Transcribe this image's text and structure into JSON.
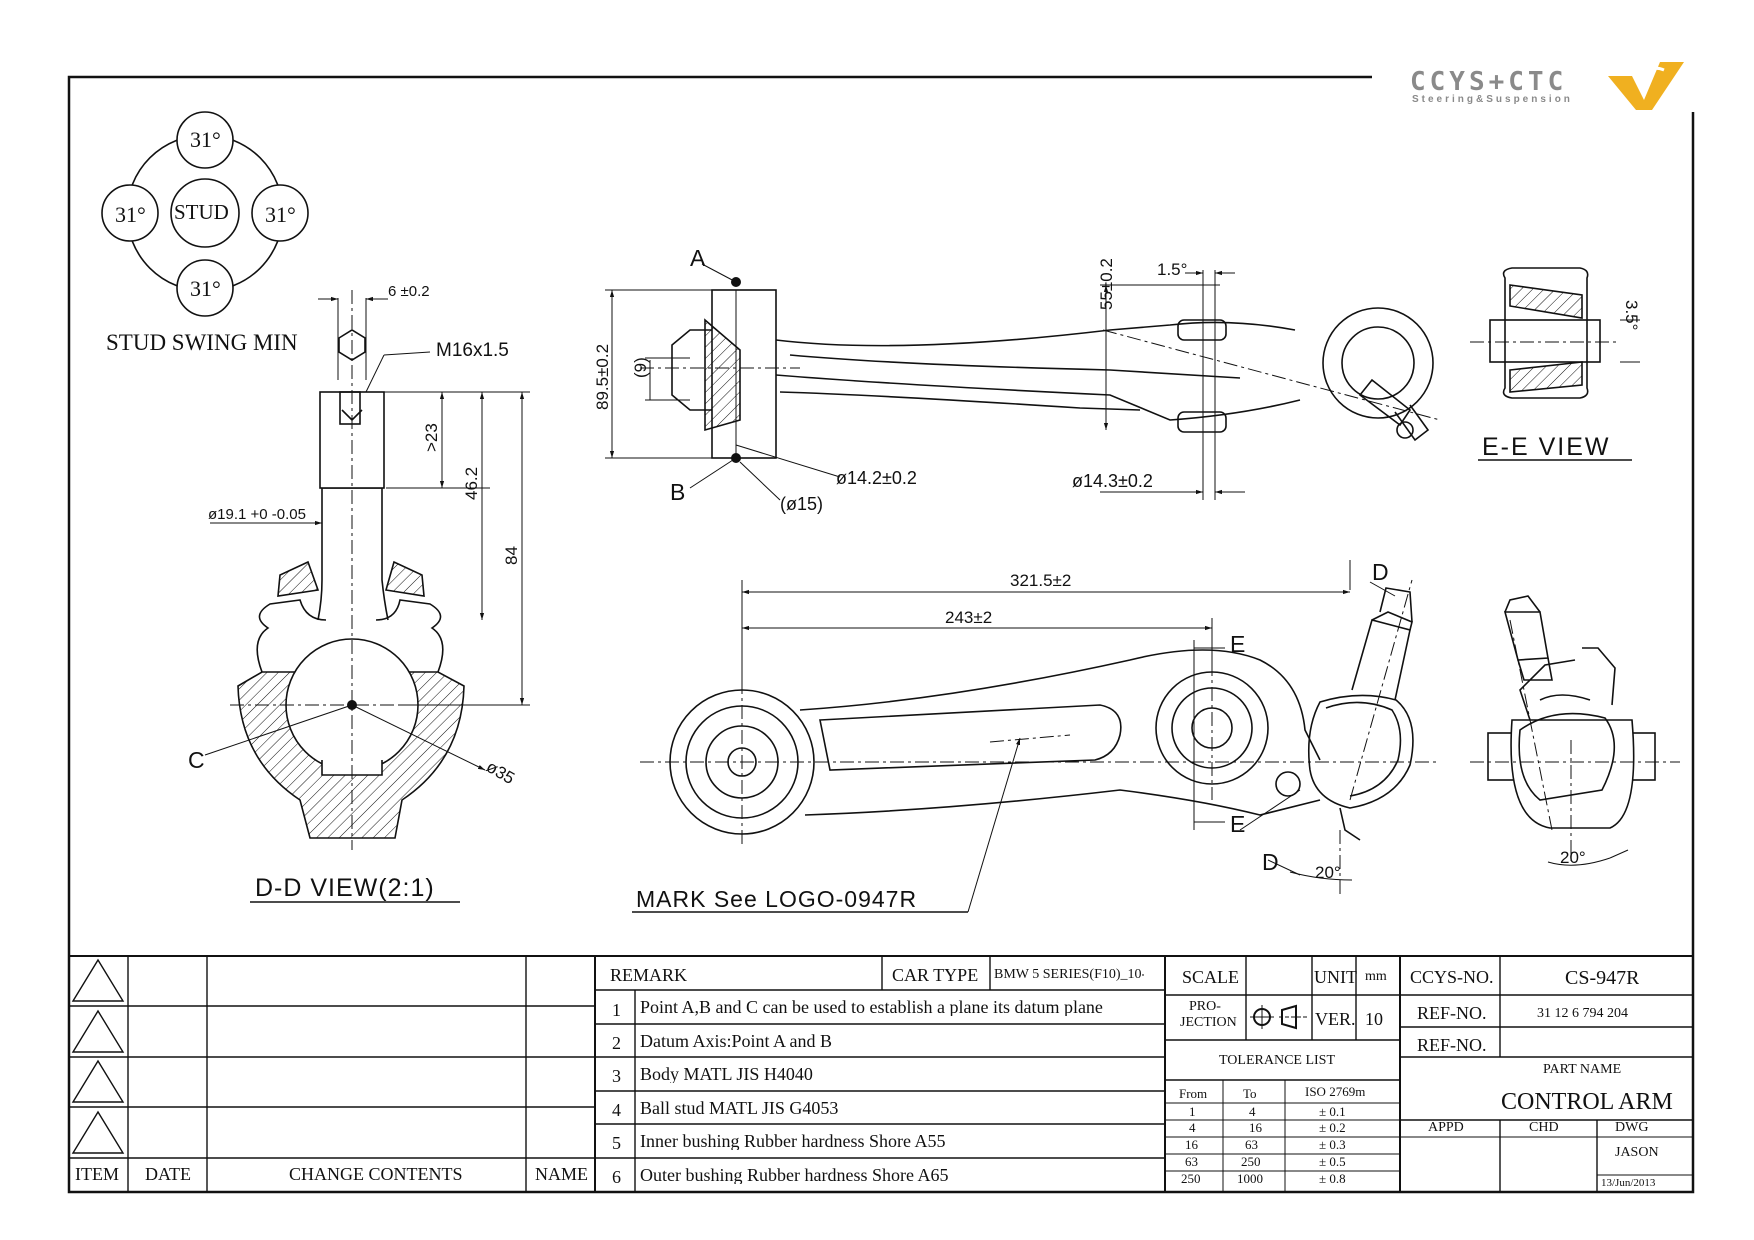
{
  "logo": {
    "brand": "CCYS+CTC",
    "tagline": "Steering&Suspension"
  },
  "views": {
    "swing": {
      "label": "STUD SWING MIN",
      "center": "STUD",
      "angles": [
        "31°",
        "31°",
        "31°",
        "31°"
      ]
    },
    "dd": {
      "title": "D-D VIEW(2:1)",
      "dims": {
        "tip": "6 ±0.2",
        "thread": "M16x1.5",
        "shank": "ø19.1 +0 -0.05",
        "d1": ">23",
        "d2": "46.2",
        "d3": "84",
        "ball": "ø35",
        "pointC": "C"
      }
    },
    "top": {
      "dims": {
        "height": "89.5±0.2",
        "bolt": "(9)",
        "pointA": "A",
        "pointB": "B",
        "hole": "ø14.2±0.2",
        "hole2": "(ø15)",
        "rib": "55±0.2",
        "angle": "1.5°",
        "shaft": "ø14.3±0.2"
      }
    },
    "ee": {
      "title": "E-E VIEW",
      "angle": "3.5°"
    },
    "front": {
      "dims": {
        "total": "321.5±2",
        "mid": "243±2",
        "cutD": "D",
        "cutE": "E",
        "angle": "20°"
      },
      "mark": "MARK See LOGO-0947R"
    },
    "side": {
      "angle": "20°"
    }
  },
  "rev_table": {
    "headers": {
      "item": "ITEM",
      "date": "DATE",
      "change": "CHANGE CONTENTS",
      "name": "NAME"
    }
  },
  "remarks": {
    "label": "REMARK",
    "car_type_label": "CAR TYPE",
    "car_type": "BMW 5 SERIES(F10)_10-",
    "items": [
      {
        "no": "1",
        "text": "Point A,B and C can be used to establish a plane its datum plane"
      },
      {
        "no": "2",
        "text": "Datum Axis:Point A and B"
      },
      {
        "no": "3",
        "text": "Body MATL JIS H4040"
      },
      {
        "no": "4",
        "text": "Ball stud MATL JIS G4053"
      },
      {
        "no": "5",
        "text": "Inner bushing Rubber hardness Shore A55"
      },
      {
        "no": "6",
        "text": "Outer bushing Rubber hardness Shore A65"
      }
    ]
  },
  "scale_block": {
    "scale_label": "SCALE",
    "unit_label": "UNIT",
    "unit": "mm",
    "projection_line1": "PRO-",
    "projection_line2": "JECTION",
    "ver_label": "VER.",
    "ver": "10"
  },
  "tolerance": {
    "title": "TOLERANCE LIST",
    "headers": {
      "from": "From",
      "to": "To",
      "std": "ISO 2769m"
    },
    "rows": [
      {
        "from": "1",
        "to": "4",
        "tol": "± 0.1"
      },
      {
        "from": "4",
        "to": "16",
        "tol": "± 0.2"
      },
      {
        "from": "16",
        "to": "63",
        "tol": "± 0.3"
      },
      {
        "from": "63",
        "to": "250",
        "tol": "± 0.5"
      },
      {
        "from": "250",
        "to": "1000",
        "tol": "± 0.8"
      }
    ]
  },
  "title_block": {
    "ccys_label": "CCYS-NO.",
    "ccys_no": "CS-947R",
    "ref_label": "REF-NO.",
    "ref_no": "31 12 6 794 204",
    "ref_label2": "REF-NO.",
    "ref_no2": "",
    "part_name_label": "PART NAME",
    "part_name": "CONTROL ARM",
    "appd": "APPD",
    "chd": "CHD",
    "dwg": "DWG",
    "drawer": "JASON",
    "date": "13/Jun/2013"
  },
  "colors": {
    "line": "#111111",
    "logo_grey": "#8a8a8a",
    "logo_gold": "#f0b020"
  }
}
